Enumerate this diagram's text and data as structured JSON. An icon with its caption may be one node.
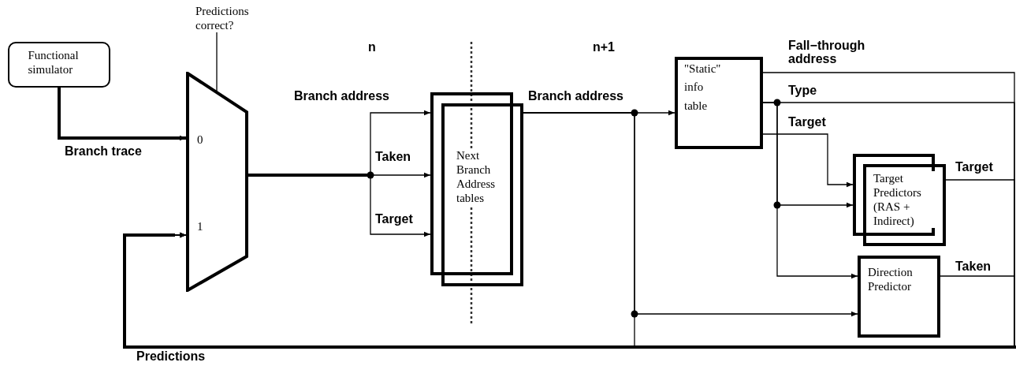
{
  "diagram": {
    "nodes": [
      {
        "text": [
          "Functional simulator"
        ]
      },
      {
        "text": [
          "Predictions correct?"
        ]
      },
      {
        "text": [
          "0",
          "1"
        ]
      },
      {
        "text": [
          "Next Branch Address tables"
        ]
      },
      {
        "text": [
          "\"Static\" info table"
        ]
      },
      {
        "text": [
          "Target Predictors (RAS + Indirect)"
        ]
      },
      {
        "text": [
          "Direction Predictor"
        ]
      }
    ],
    "edges": [
      {
        "from": 0,
        "to": 2,
        "arrow": "to",
        "label": "Branch trace",
        "style": "thick"
      },
      {
        "from": 2,
        "to": 3,
        "arrow": "to",
        "label": "Branch address"
      },
      {
        "from": 2,
        "to": 3,
        "arrow": "to",
        "label": "Taken"
      },
      {
        "from": 2,
        "to": 3,
        "arrow": "to",
        "label": "Target"
      },
      {
        "from": 3,
        "to": 4,
        "arrow": "to",
        "label": "Branch address"
      },
      {
        "from": 3,
        "to": 6,
        "arrow": "to"
      },
      {
        "from": 3,
        "to": 2,
        "arrow": "to"
      },
      {
        "from": 4,
        "to": 2,
        "arrow": "to",
        "label": "Fall−through address"
      },
      {
        "from": 4,
        "to": 2,
        "arrow": "to",
        "label": "Type"
      },
      {
        "from": 4,
        "to": 5,
        "arrow": "to",
        "label": "Target"
      },
      {
        "from": 4,
        "to": 5,
        "arrow": "to"
      },
      {
        "from": 4,
        "to": 6,
        "arrow": "to"
      },
      {
        "from": 5,
        "to": 2,
        "arrow": "to",
        "label": "Target"
      },
      {
        "from": 6,
        "to": 2,
        "arrow": "to",
        "label": "Taken"
      },
      {
        "from": 1,
        "to": 2,
        "arrow": "none"
      }
    ],
    "labels": [
      "n",
      "n+1",
      "Predictions"
    ]
  }
}
